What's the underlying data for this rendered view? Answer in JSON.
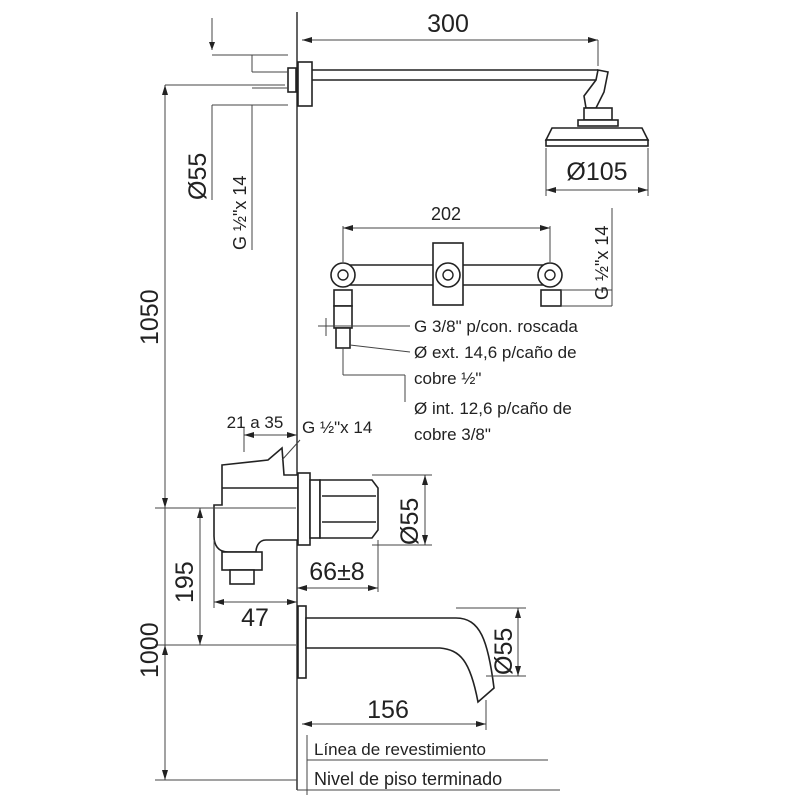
{
  "dimensions": {
    "arm_length": "300",
    "wall_flange_dia": "Ø55",
    "arm_thread": "G ½\"x 14",
    "shower_head_dia": "Ø105",
    "height_shower": "1050",
    "valve_spacing": "202",
    "valve_thread": "G ½\"x 14",
    "wall_depth": "21 a 35",
    "mixer_thread": "G ½\"x 14",
    "mixer_flange_dia": "Ø55",
    "mixer_depth": "66±8",
    "outlet_height": "195",
    "outlet_offset": "47",
    "spout_height": "1000",
    "spout_dia": "Ø55",
    "spout_length": "156"
  },
  "notes": {
    "note1": "G 3/8\" p/con. roscada",
    "note2_line1": "Ø ext. 14,6 p/caño de",
    "note2_line2": "cobre ½\"",
    "note3_line1": "Ø int. 12,6 p/caño de",
    "note3_line2": "cobre 3/8\""
  },
  "reference_lines": {
    "cladding": "Línea de revestimiento",
    "floor": "Nivel de piso terminado"
  }
}
